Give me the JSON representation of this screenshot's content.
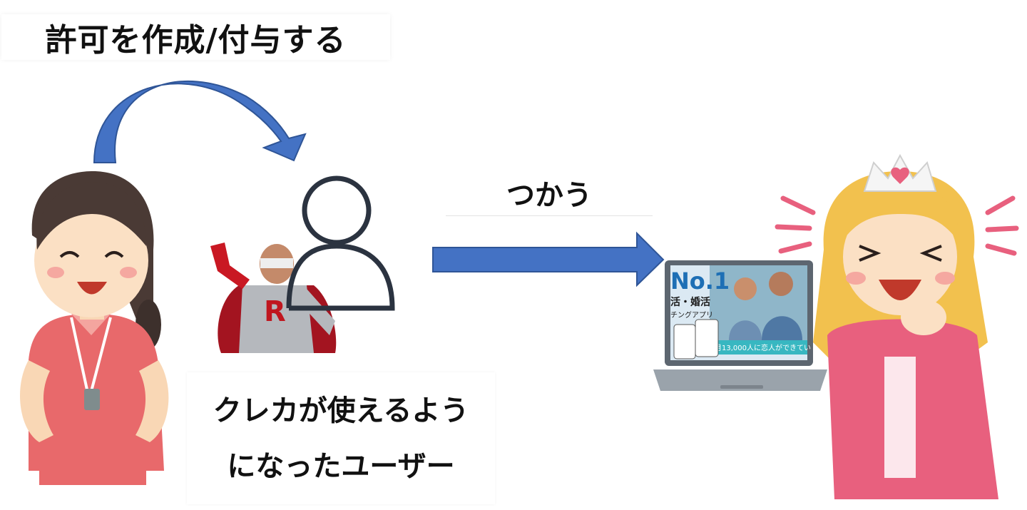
{
  "labels": {
    "title": "許可を作成/付与する",
    "use": "つかう",
    "user_line1": "クレカが使えるよう",
    "user_line2": "になったユーザー"
  },
  "laptop_screen": {
    "badge": "No.1",
    "line1": "活・婚活",
    "line2": "チングアプリ",
    "banner": "月13,000人に恋人ができてい"
  },
  "colors": {
    "arrow": "#4472c4",
    "arrow_stroke": "#2f5597",
    "person_icon": "#2b3340",
    "staff_shirt": "#e8696b",
    "princess_dress": "#e8607e",
    "hair_blonde": "#f2c14e"
  },
  "icons": [
    "curved-arrow",
    "user-outline-icon",
    "right-arrow",
    "laptop",
    "staff-woman",
    "superhero",
    "princess"
  ]
}
